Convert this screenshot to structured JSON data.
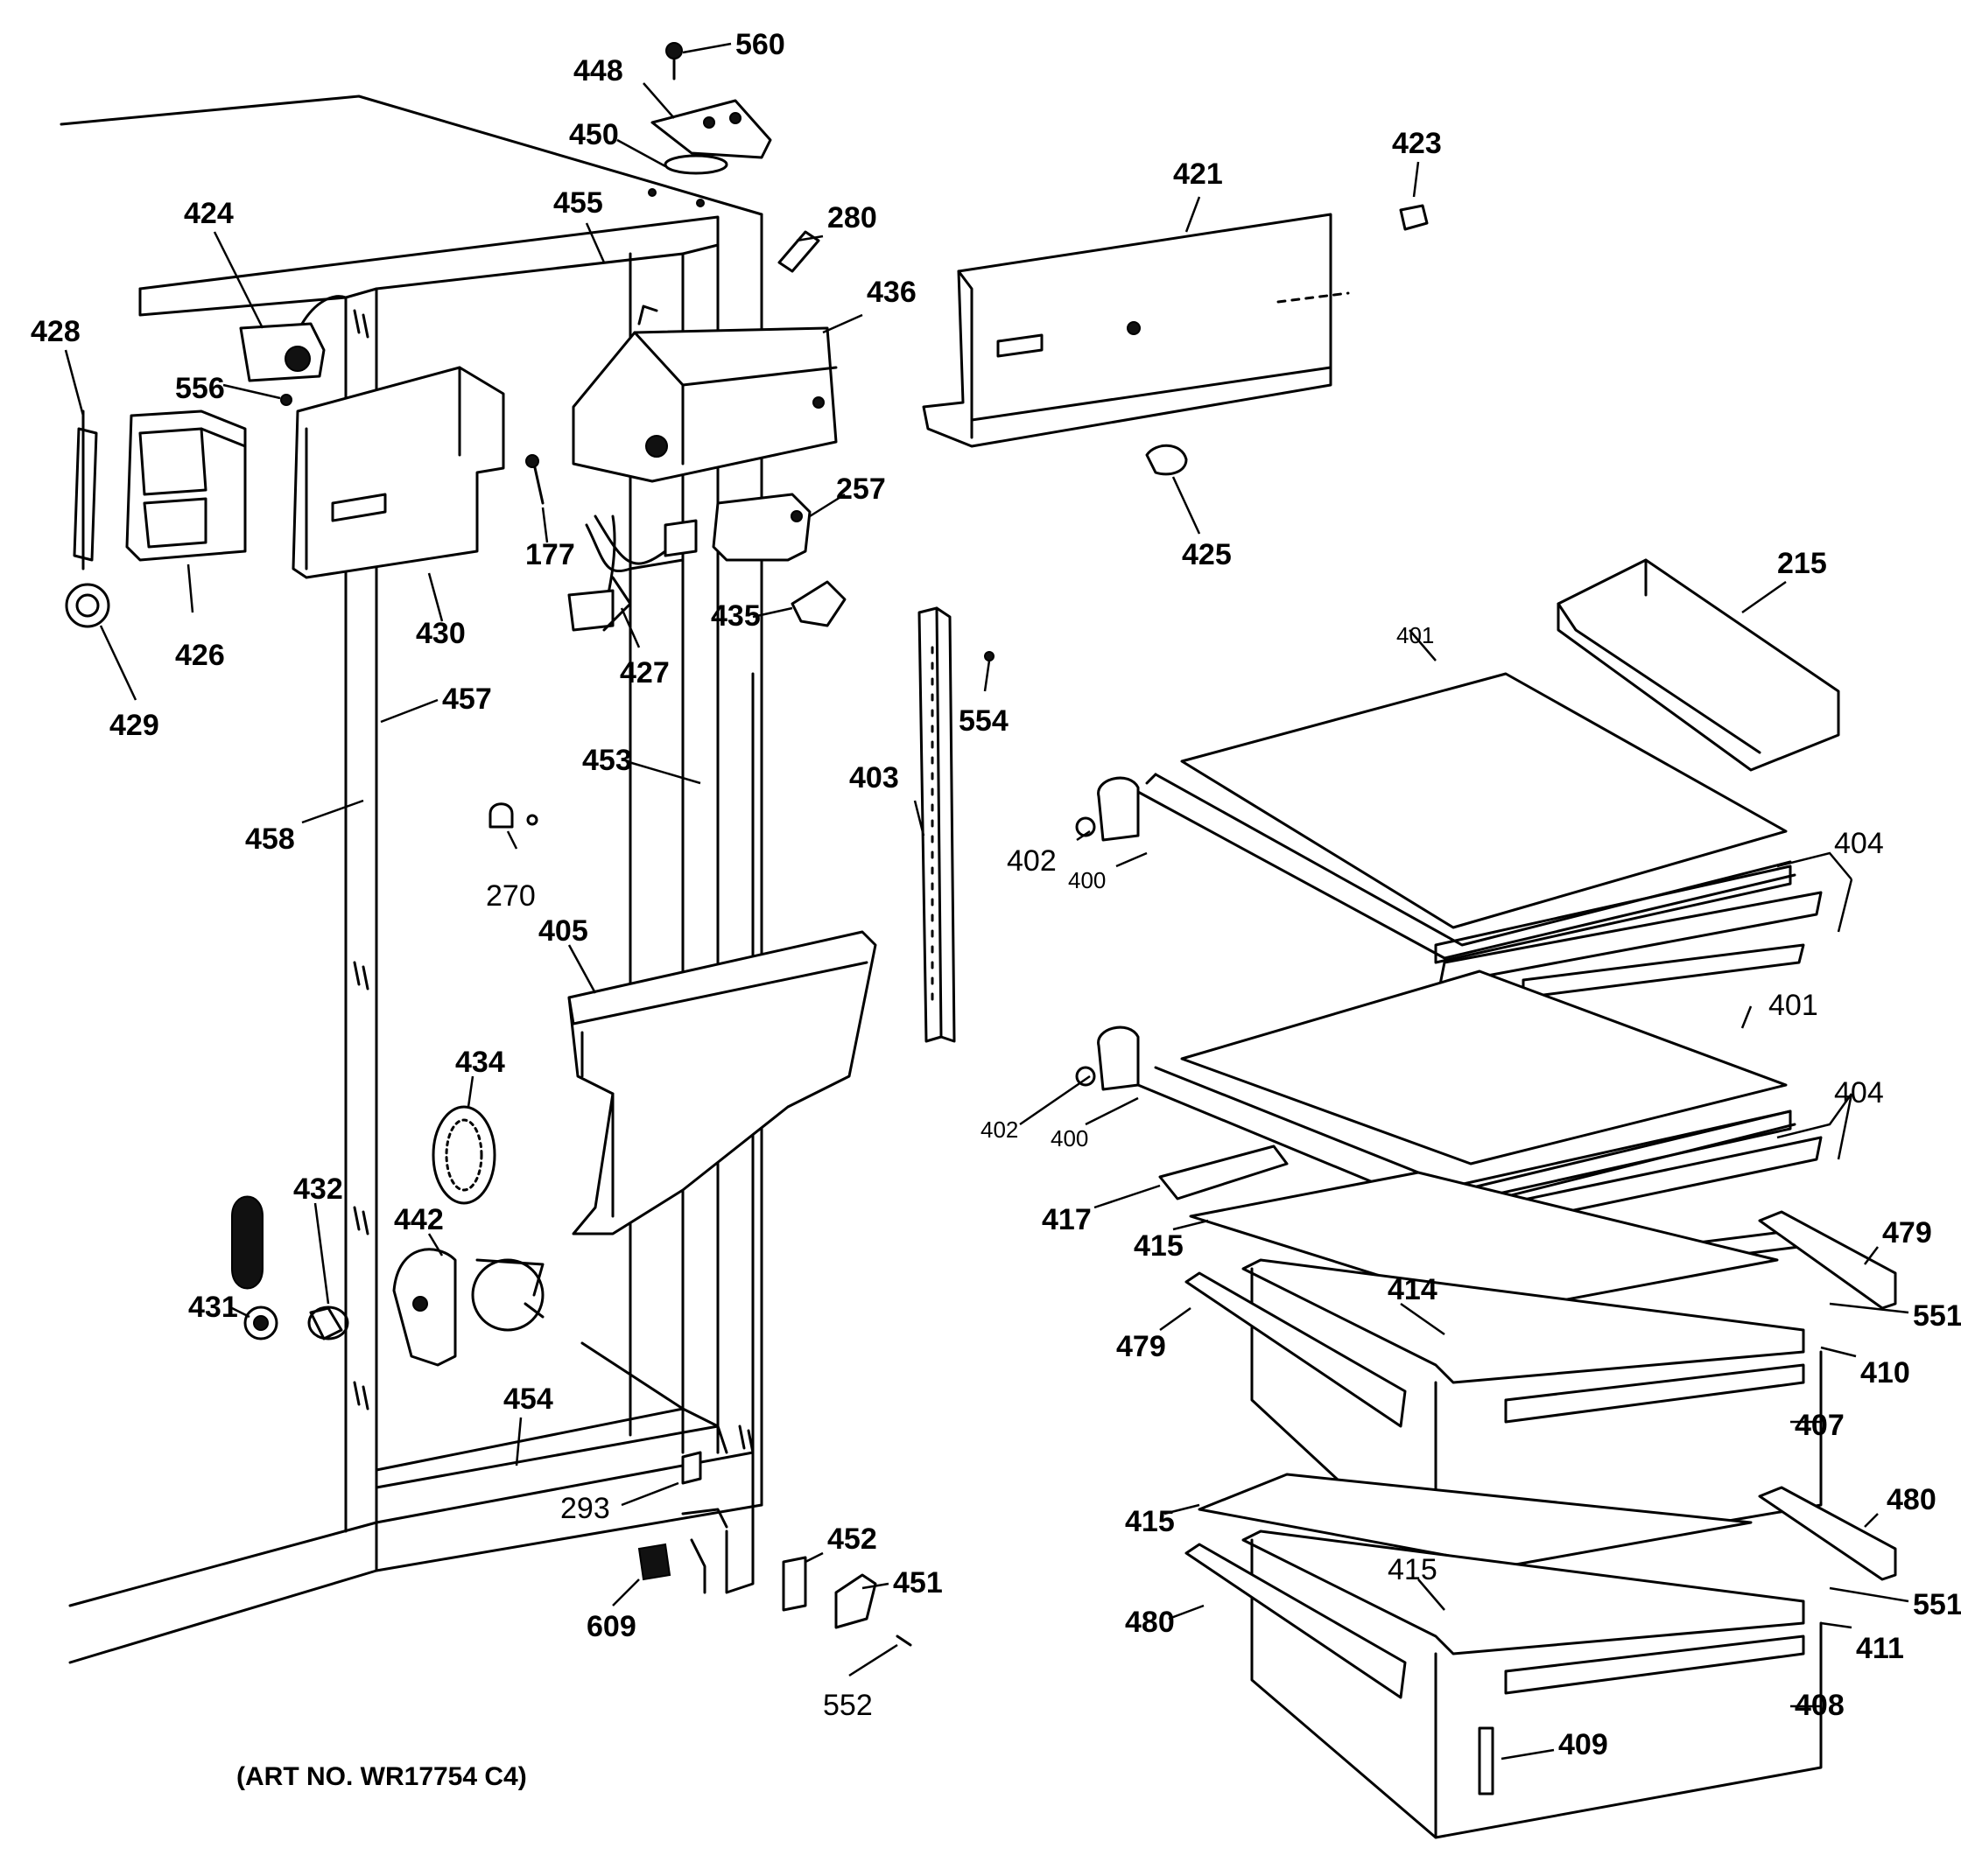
{
  "caption": "(ART NO. WR17754 C4)",
  "callouts": {
    "c560": "560",
    "c448": "448",
    "c450": "450",
    "c455": "455",
    "c280": "280",
    "c424": "424",
    "c428": "428",
    "c556": "556",
    "c436": "436",
    "c421": "421",
    "c423": "423",
    "c426": "426",
    "c430": "430",
    "c177": "177",
    "c257": "257",
    "c425": "425",
    "c427": "427",
    "c435": "435",
    "c215": "215",
    "c429": "429",
    "c457": "457",
    "c554": "554",
    "c401a": "401",
    "c453": "453",
    "c403": "403",
    "c458": "458",
    "c270": "270",
    "c402a": "402",
    "c400a": "400",
    "c404a": "404",
    "c405": "405",
    "c401b": "401",
    "c434": "434",
    "c402b": "402",
    "c400b": "400",
    "c404b": "404",
    "c432": "432",
    "c442": "442",
    "c417": "417",
    "c415a": "415",
    "c479a": "479",
    "c431": "431",
    "c414": "414",
    "c551a": "551",
    "c479b": "479",
    "c410": "410",
    "c454": "454",
    "c407": "407",
    "c293": "293",
    "c480a": "480",
    "c415b": "415",
    "c452": "452",
    "c415c": "415",
    "c451": "451",
    "c551b": "551",
    "c609": "609",
    "c480b": "480",
    "c411": "411",
    "c552": "552",
    "c408": "408",
    "c409": "409"
  }
}
